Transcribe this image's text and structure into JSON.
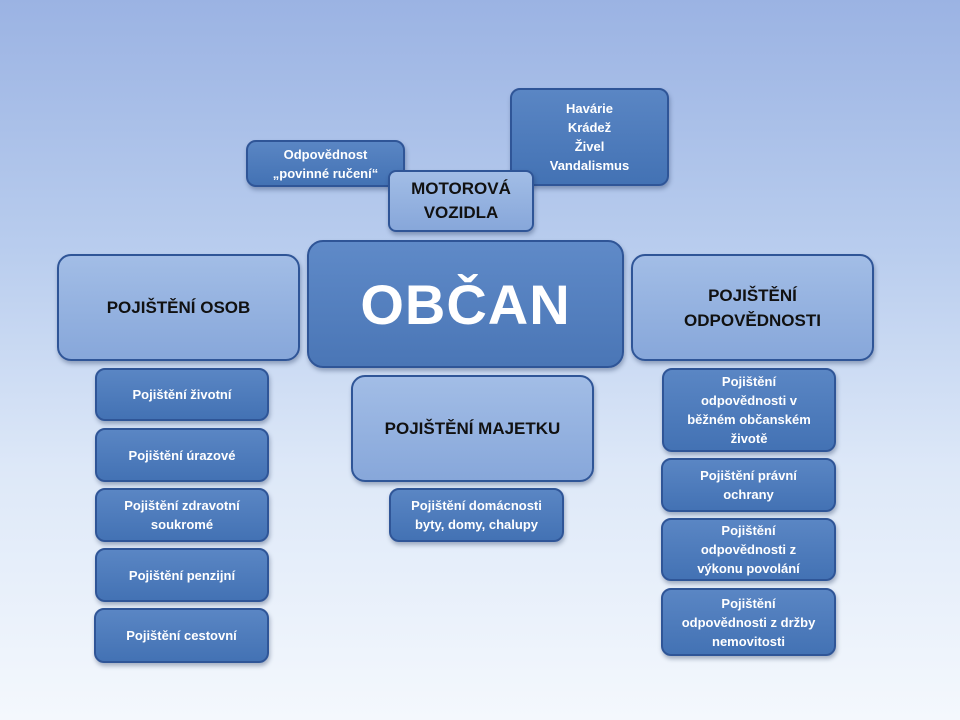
{
  "center": {
    "label": "OBČAN"
  },
  "motor": {
    "label_lines": [
      "MOTOROVÁ",
      "VOZIDLA"
    ],
    "liability_lines": [
      "Odpovědnost",
      "„povinné ručení“"
    ],
    "damage_lines": [
      "Havárie",
      "Krádež",
      "Živel",
      "Vandalismus"
    ]
  },
  "persons": {
    "label": "POJIŠTĚNÍ OSOB",
    "items": [
      {
        "lines": [
          "Pojištění životní"
        ]
      },
      {
        "lines": [
          "Pojištění úrazové"
        ]
      },
      {
        "lines": [
          "Pojištění zdravotní",
          "soukromé"
        ]
      },
      {
        "lines": [
          "Pojištění penzijní"
        ]
      },
      {
        "lines": [
          "Pojištění cestovní"
        ]
      }
    ]
  },
  "property": {
    "label": "POJIŠTĚNÍ MAJETKU",
    "items": [
      {
        "lines": [
          "Pojištění domácnosti",
          "byty, domy, chalupy"
        ]
      }
    ]
  },
  "liability": {
    "label_lines": [
      "POJIŠTĚNÍ",
      "ODPOVĚDNOSTI"
    ],
    "items": [
      {
        "lines": [
          "Pojištění",
          "odpovědnosti v",
          "běžném občanském",
          "životě"
        ]
      },
      {
        "lines": [
          "Pojištění právní",
          "ochrany"
        ]
      },
      {
        "lines": [
          "Pojištění",
          "odpovědnosti z",
          "výkonu povolání"
        ]
      },
      {
        "lines": [
          "Pojištění",
          "odpovědnosti z držby",
          "nemovitosti"
        ]
      }
    ]
  }
}
